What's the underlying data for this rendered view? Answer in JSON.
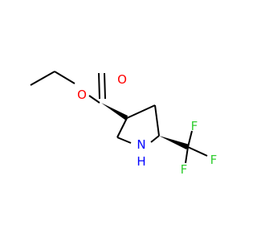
{
  "molecule": {
    "atoms": {
      "carbonyl_oxygen": {
        "symbol": "O",
        "color": "#ff0000"
      },
      "ester_oxygen": {
        "symbol": "O",
        "color": "#ff0000"
      },
      "ring_nitrogen": {
        "symbol": "N",
        "color": "#0000ff"
      },
      "ring_nh_hydrogen": {
        "symbol": "H",
        "color": "#0000ff"
      },
      "fluorine_1": {
        "symbol": "F",
        "color": "#32cd32"
      },
      "fluorine_2": {
        "symbol": "F",
        "color": "#32cd32"
      },
      "fluorine_3": {
        "symbol": "F",
        "color": "#32cd32"
      }
    },
    "bond_color": "#000000"
  }
}
